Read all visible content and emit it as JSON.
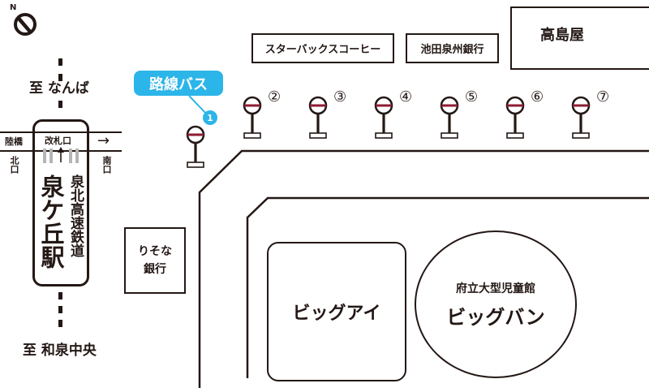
{
  "compass": {
    "label": "N"
  },
  "destinations": {
    "north": "至 なんば",
    "south": "至 和泉中央"
  },
  "station": {
    "name": "泉ケ丘駅",
    "line": "泉北高速鉄道",
    "gate": "改札口",
    "exit_north": "北口",
    "exit_south": "南口",
    "overpass": "陸橋",
    "arrow": "→"
  },
  "route_bus": {
    "label": "路線バス",
    "marker": "1"
  },
  "bus_stops": {
    "numbers": [
      "②",
      "③",
      "④",
      "⑤",
      "⑥",
      "⑦"
    ]
  },
  "buildings": {
    "starbucks": "スターバックスコーヒー",
    "ikeda_bank": "池田泉州銀行",
    "takashimaya": "高島屋",
    "resona_bank": "りそな銀行",
    "big_eye": "ビッグアイ",
    "big_bang_sub": "府立大型児童館",
    "big_bang": "ビッグバン"
  },
  "colors": {
    "accent": "#2cb5e8",
    "ink": "#231815",
    "stop_red": "#8e1c33"
  }
}
